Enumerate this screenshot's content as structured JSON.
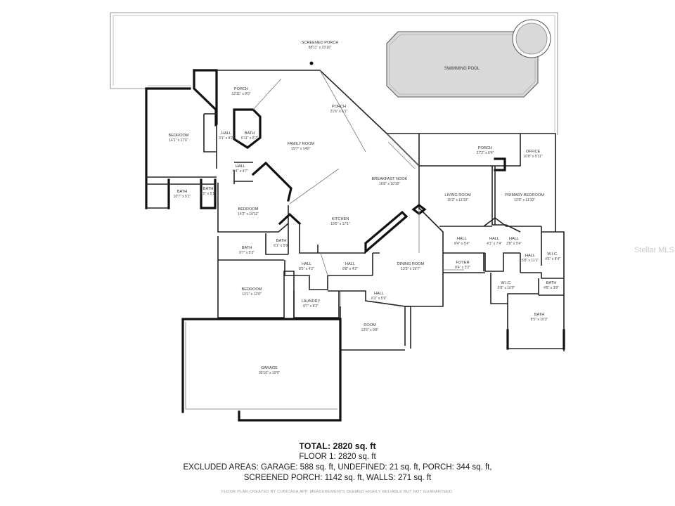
{
  "rooms": [
    {
      "name": "SCREENED PORCH",
      "dim": "88'11\" x 23'10\""
    },
    {
      "name": "SWIMMING POOL",
      "dim": ""
    },
    {
      "name": "PORCH",
      "dim": "12'11\" x 8'0\""
    },
    {
      "name": "PORCH",
      "dim": "21'6\" x 6'1\""
    },
    {
      "name": "BEDROOM",
      "dim": "14'1\" x 17'6\""
    },
    {
      "name": "HALL",
      "dim": "3'1\" x 8'2\""
    },
    {
      "name": "BATH",
      "dim": "6'11\" x 8'7\""
    },
    {
      "name": "FAMILY ROOM",
      "dim": "19'7\" x 14'6\""
    },
    {
      "name": "HALL",
      "dim": "9'4\" x 4'7\""
    },
    {
      "name": "BATH",
      "dim": "10'7\" x 5'1\""
    },
    {
      "name": "BATH",
      "dim": "4'2\" x 5'1\""
    },
    {
      "name": "BEDROOM",
      "dim": "14'2\" x 10'11\""
    },
    {
      "name": "BREAKFAST NOOK",
      "dim": "16'8\" x 10'10\""
    },
    {
      "name": "PORCH",
      "dim": "27'2\" x 6'4\""
    },
    {
      "name": "OFFICE",
      "dim": "10'8\" x 5'11\""
    },
    {
      "name": "LIVING ROOM",
      "dim": "15'2\" x 11'10\""
    },
    {
      "name": "PRIMARY BEDROOM",
      "dim": "12'0\" x 11'10\""
    },
    {
      "name": "KITCHEN",
      "dim": "19'5\" x 17'1\""
    },
    {
      "name": "BATH",
      "dim": "6'1\" x 5'9\""
    },
    {
      "name": "BATH",
      "dim": "9'7\" x 5'3\""
    },
    {
      "name": "HALL",
      "dim": "8'4\" x 5'4\""
    },
    {
      "name": "HALL",
      "dim": "4'1\" x 7'4\""
    },
    {
      "name": "HALL",
      "dim": "2'8\" x 5'4\""
    },
    {
      "name": "W.I.C.",
      "dim": "4'5\" x 8'4\""
    },
    {
      "name": "HALL",
      "dim": "5'8\" x 11'1\""
    },
    {
      "name": "HALL",
      "dim": "8'5\" x 4'2\""
    },
    {
      "name": "HALL",
      "dim": "8'8\" x 4'2\""
    },
    {
      "name": "DINING ROOM",
      "dim": "13'3\" x 19'7\""
    },
    {
      "name": "FOYER",
      "dim": "8'4\" x 3'2\""
    },
    {
      "name": "W.I.C.",
      "dim": "5'8\" x 10'0\""
    },
    {
      "name": "BATH",
      "dim": "4'5\" x 3'8\""
    },
    {
      "name": "BEDROOM",
      "dim": "13'1\" x 12'8\""
    },
    {
      "name": "LAUNDRY",
      "dim": "8'7\" x 8'2\""
    },
    {
      "name": "HALL",
      "dim": "6'3\" x 5'9\""
    },
    {
      "name": "BATH",
      "dim": "8'5\" x 10'3\""
    },
    {
      "name": "ROOM",
      "dim": "12'5\" x 9'8\""
    },
    {
      "name": "GARAGE",
      "dim": "30'10\" x 19'9\""
    }
  ],
  "summary": {
    "total": "TOTAL: 2820 sq. ft",
    "floor": "FLOOR 1: 2820 sq. ft",
    "excluded_1": "EXCLUDED AREAS: GARAGE: 588 sq. ft, UNDEFINED: 21 sq. ft, PORCH: 344 sq. ft,",
    "excluded_2": "SCREENED PORCH: 1142 sq. ft, WALLS: 271 sq. ft"
  },
  "disclaimer": "FLOOR PLAN CREATED BY CUBICASA APP. MEASUREMENTS DEEMED HIGHLY RELIABLE BUT NOT GUARANTEED.",
  "watermark": "Stellar MLS"
}
